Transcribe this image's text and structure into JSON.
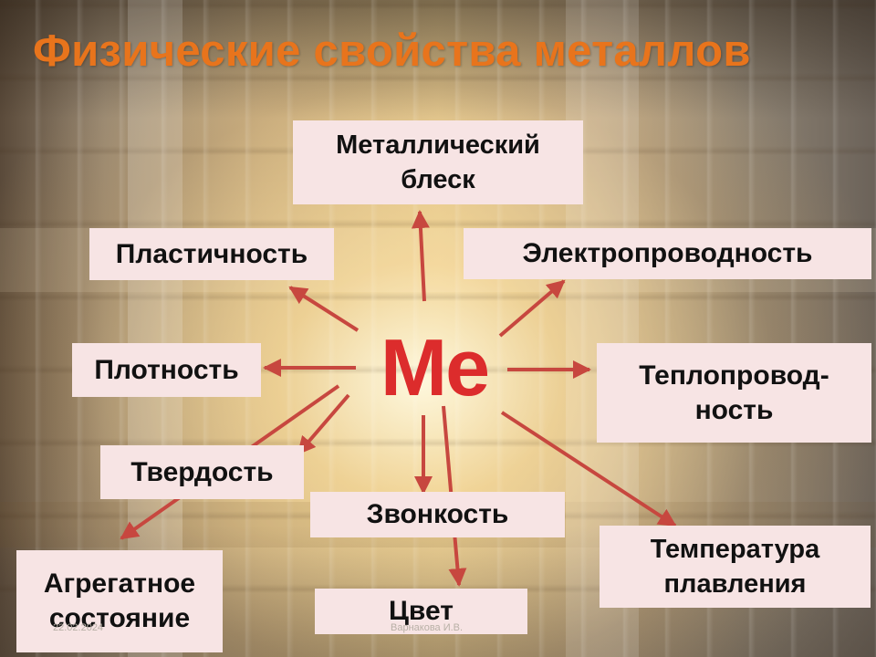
{
  "title": "Физические свойства металлов",
  "center_label": "Ме",
  "properties": {
    "luster": "Металлический блеск",
    "plasticity": "Пластичность",
    "conductivity": "Электропроводность",
    "density": "Плотность",
    "heat": "Теплопровод-ность",
    "hardness": "Твердость",
    "sonority": "Звонкость",
    "melting": "Температура плавления",
    "state": "Агрегатное состояние",
    "color": "Цвет"
  },
  "footer": {
    "date": "22.02.2024",
    "author": "Варнакова И.В."
  },
  "colors": {
    "title": "#e8741c",
    "center": "#dc2c2c",
    "arrow": "#c7473f",
    "box": "#f7e4e4"
  }
}
